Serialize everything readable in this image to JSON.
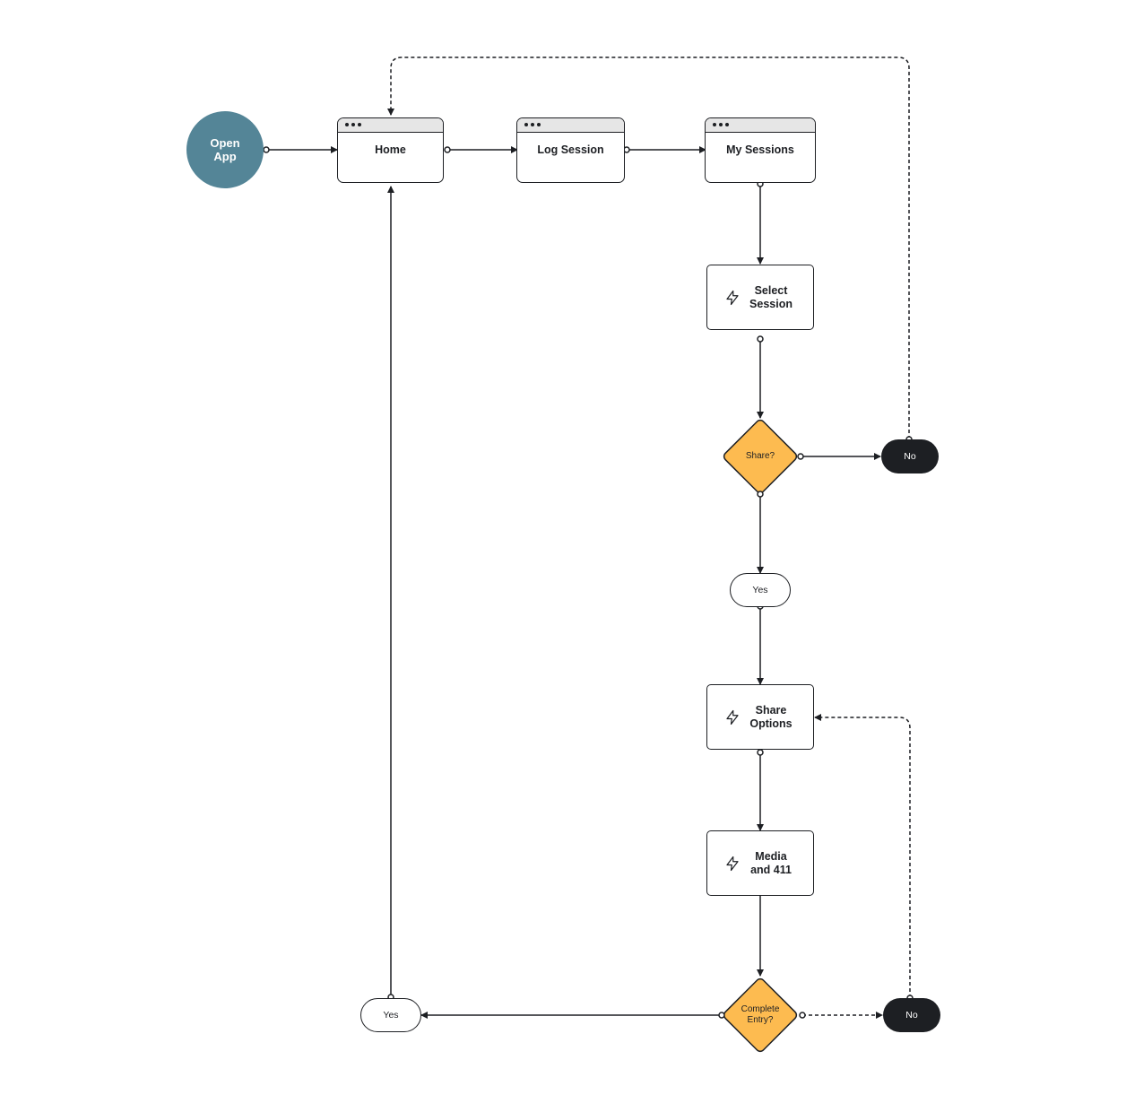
{
  "diagram": {
    "start": {
      "label_line1": "Open",
      "label_line2": "App"
    },
    "screens": {
      "home": "Home",
      "log_session": "Log Session",
      "my_sessions": "My Sessions"
    },
    "actions": {
      "select_session": {
        "line1": "Select",
        "line2": "Session"
      },
      "share_options": {
        "line1": "Share",
        "line2": "Options"
      },
      "media": {
        "line1": "Media",
        "line2": "and 411"
      }
    },
    "decisions": {
      "share": {
        "line1": "Share?"
      },
      "complete": {
        "line1": "Complete",
        "line2": "Entry?"
      }
    },
    "outcomes": {
      "share_no": "No",
      "share_yes": "Yes",
      "complete_no": "No",
      "complete_yes": "Yes"
    },
    "colors": {
      "start": "#548597",
      "decision": "#fdbb50",
      "stroke": "#1d1f23",
      "dark_pill": "#1d1f23"
    }
  }
}
